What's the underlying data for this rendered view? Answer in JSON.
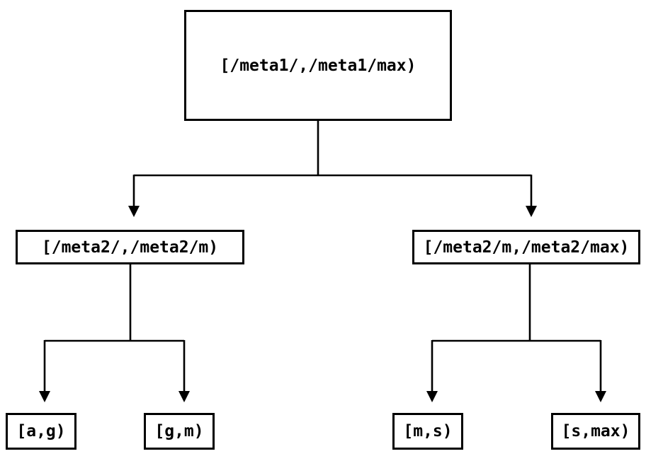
{
  "diagram": {
    "type": "tree",
    "colors": {
      "background": "#ffffff",
      "line": "#000000",
      "text": "#000000"
    },
    "nodes": {
      "root": {
        "label": "[/meta1/,/meta1/max)"
      },
      "left": {
        "label": "[/meta2/,/meta2/m)"
      },
      "right": {
        "label": "[/meta2/m,/meta2/max)"
      },
      "leaf_ag": {
        "label": "[a,g)"
      },
      "leaf_gm": {
        "label": "[g,m)"
      },
      "leaf_ms": {
        "label": "[m,s)"
      },
      "leaf_smax": {
        "label": "[s,max)"
      }
    },
    "structure": {
      "root": [
        "left",
        "right"
      ],
      "left": [
        "leaf_ag",
        "leaf_gm"
      ],
      "right": [
        "leaf_ms",
        "leaf_smax"
      ]
    }
  }
}
